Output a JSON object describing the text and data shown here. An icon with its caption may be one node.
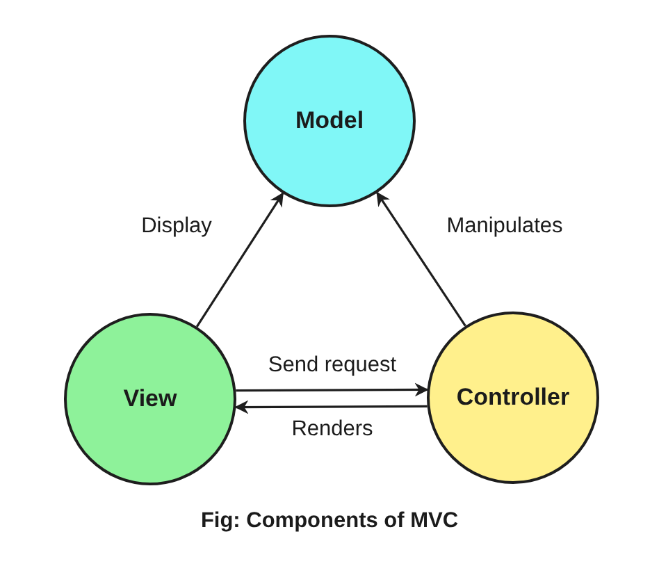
{
  "diagram": {
    "caption": "Fig: Components of MVC",
    "nodes": [
      {
        "text": [
          "Model"
        ]
      },
      {
        "text": [
          "View"
        ]
      },
      {
        "text": [
          "Controller"
        ]
      }
    ],
    "edges": [
      {
        "from": 1,
        "to": 0,
        "arrow": "to",
        "label": "Display"
      },
      {
        "from": 2,
        "to": 0,
        "arrow": "to",
        "label": "Manipulates"
      },
      {
        "from": 1,
        "to": 2,
        "arrow": "to",
        "label": "Send request"
      },
      {
        "from": 2,
        "to": 1,
        "arrow": "to",
        "label": "Renders"
      }
    ]
  }
}
